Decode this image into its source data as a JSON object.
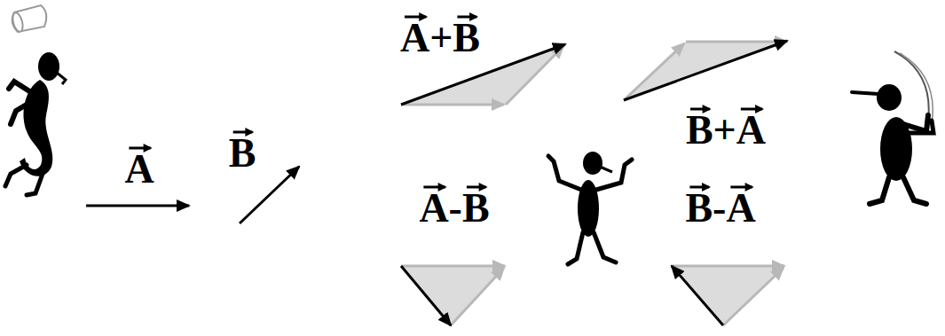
{
  "diagram": {
    "labels": [
      "A",
      "B",
      "A+B",
      "B+A",
      "A-B",
      "B-A"
    ]
  }
}
